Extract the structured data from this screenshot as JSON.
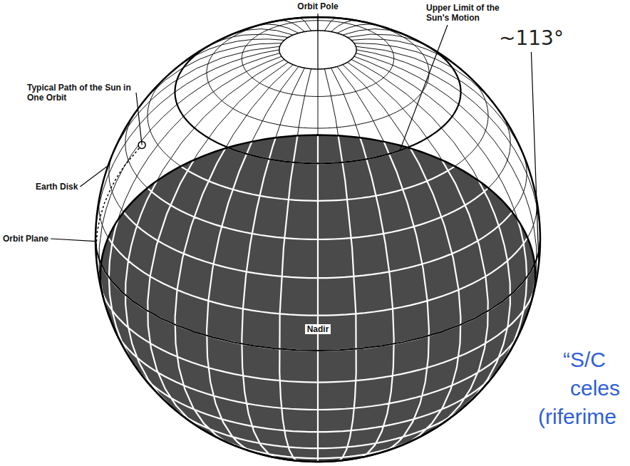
{
  "diagram": {
    "labels": [
      "Orbit Pole",
      "Upper Limit of the Sun's Motion",
      "~113°",
      "Typical Path of the Sun in One Orbit",
      "Earth Disk",
      "Orbit Plane",
      "Nadir",
      "“S/C",
      "celes",
      "(riferime"
    ]
  }
}
